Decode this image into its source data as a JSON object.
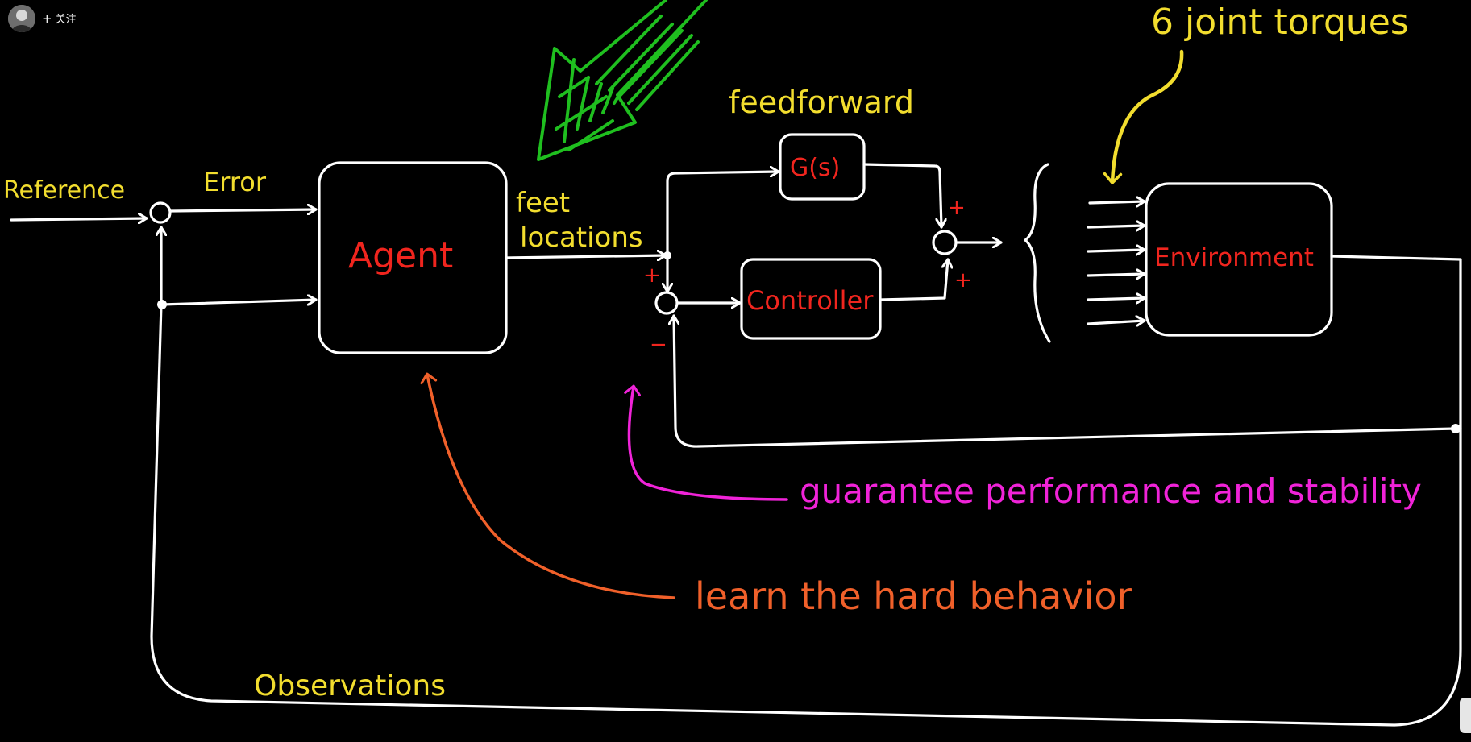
{
  "header": {
    "follow_label": "关注",
    "follow_plus": "+"
  },
  "labels": {
    "reference": "Reference",
    "error": "Error",
    "agent": "Agent",
    "feet_line1": "feet",
    "feet_line2": "locations",
    "feedforward": "feedforward",
    "gs": "G(s)",
    "controller": "Controller",
    "environment": "Environment",
    "joint_torques": "6 joint torques",
    "guarantee": "guarantee performance and stability",
    "learn": "learn the hard behavior",
    "observations": "Observations",
    "plus": "+",
    "minus": "−"
  },
  "colors": {
    "background": "#000000",
    "line": "#ffffff",
    "yellow": "#f2dd2e",
    "red": "#f0251e",
    "magenta": "#f023d8",
    "orange": "#f0602a",
    "green": "#1fbf1f"
  },
  "icons": {
    "avatar": "avatar-icon",
    "highlight_arrow": "green-arrow-icon"
  }
}
